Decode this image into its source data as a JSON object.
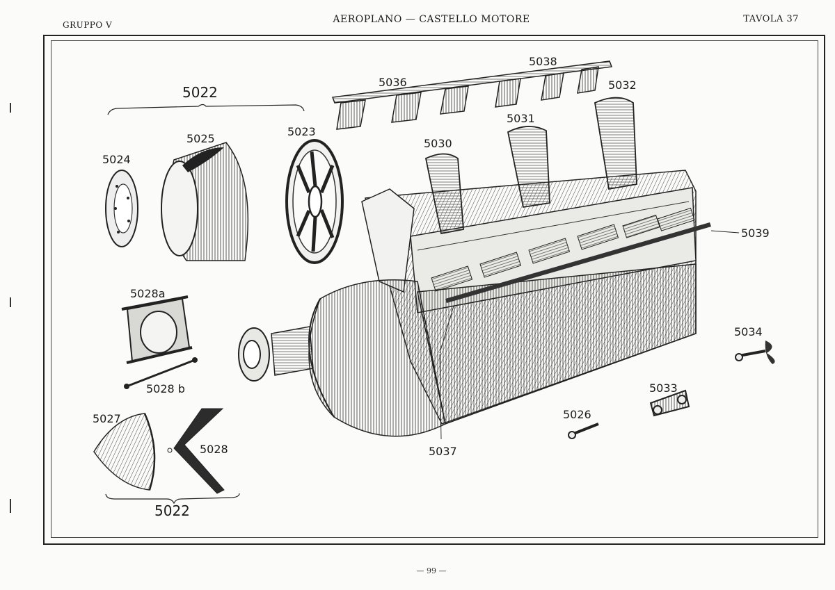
{
  "header": {
    "left": "GRUPPO V",
    "center": "AEROPLANO — CASTELLO MOTORE",
    "right": "TAVOLA 37"
  },
  "footer": {
    "page_number": "— 99 —"
  },
  "labels": {
    "l5022_top": "5022",
    "l5022_bottom": "5022",
    "l5023": "5023",
    "l5024": "5024",
    "l5025": "5025",
    "l5026": "5026",
    "l5027": "5027",
    "l5028": "5028",
    "l5028a": "5028a",
    "l5028b": "5028 b",
    "l5030": "5030",
    "l5031": "5031",
    "l5032": "5032",
    "l5033": "5033",
    "l5034": "5034",
    "l5036": "5036",
    "l5037": "5037",
    "l5038": "5038",
    "l5039": "5039"
  }
}
